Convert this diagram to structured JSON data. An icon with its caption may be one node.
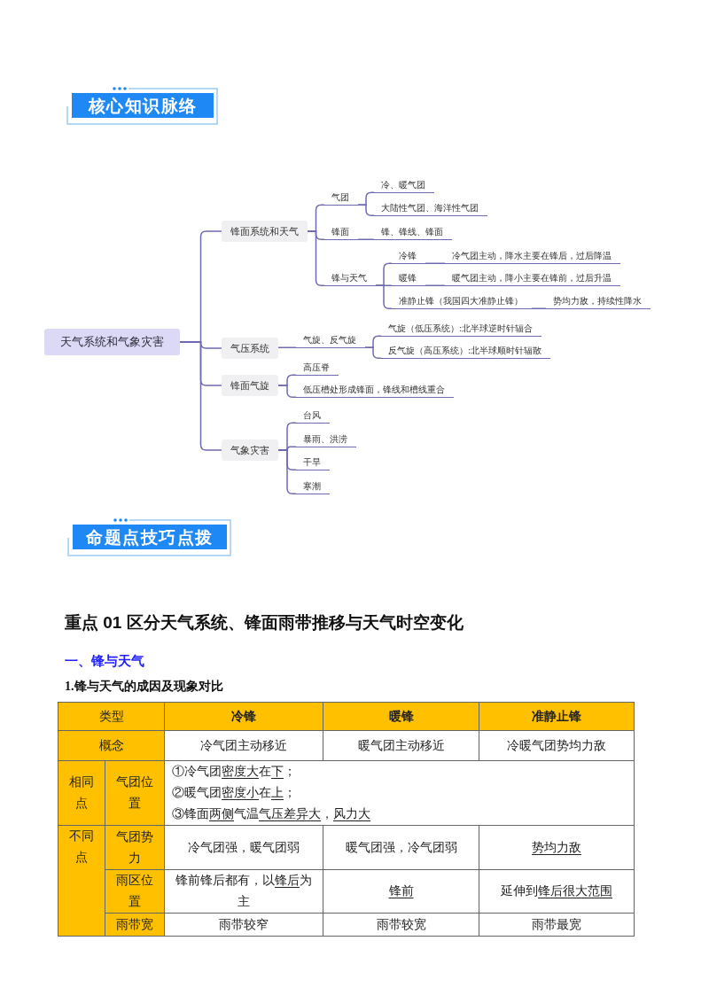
{
  "diagram": {
    "nodes": [
      {
        "text": [
          "核心知识脉络"
        ]
      },
      {
        "text": [
          "天气系统和气象灾害"
        ]
      },
      {
        "text": [
          "锋面系统和天气"
        ]
      },
      {
        "text": [
          "气团"
        ]
      },
      {
        "text": [
          "冷、暖气团"
        ]
      },
      {
        "text": [
          "大陆性气团、海洋性气团"
        ]
      },
      {
        "text": [
          "锋面"
        ]
      },
      {
        "text": [
          "锋、锋线、锋面"
        ]
      },
      {
        "text": [
          "锋与天气"
        ]
      },
      {
        "text": [
          "冷锋"
        ]
      },
      {
        "text": [
          "冷气团主动，降水主要在锋后，过后降温"
        ]
      },
      {
        "text": [
          "暖锋"
        ]
      },
      {
        "text": [
          "暖气团主动，降小主要在锋前，过后升温"
        ]
      },
      {
        "text": [
          "准静止锋（我国四大准静止锋）"
        ]
      },
      {
        "text": [
          "势均力敌，持续性降水"
        ]
      },
      {
        "text": [
          "气压系统"
        ]
      },
      {
        "text": [
          "气旋、反气旋"
        ]
      },
      {
        "text": [
          "气旋（低压系统）:北半球逆时针辐合"
        ]
      },
      {
        "text": [
          "反气旋（高压系统）:北半球顺时针辐散"
        ]
      },
      {
        "text": [
          "锋面气旋"
        ]
      },
      {
        "text": [
          "高压脊"
        ]
      },
      {
        "text": [
          "低压槽处形成锋面，锋线和槽线重合"
        ]
      },
      {
        "text": [
          "气象灾害"
        ]
      },
      {
        "text": [
          "台风"
        ]
      },
      {
        "text": [
          "暴雨、洪涝"
        ]
      },
      {
        "text": [
          "干旱"
        ]
      },
      {
        "text": [
          "寒潮"
        ]
      },
      {
        "text": [
          "命题点技巧点拨"
        ]
      }
    ],
    "edges": [
      {
        "from": 1,
        "to": 2,
        "arrow": "none"
      },
      {
        "from": 1,
        "to": 15,
        "arrow": "none"
      },
      {
        "from": 1,
        "to": 19,
        "arrow": "none"
      },
      {
        "from": 1,
        "to": 22,
        "arrow": "none"
      },
      {
        "from": 2,
        "to": 3,
        "arrow": "none"
      },
      {
        "from": 2,
        "to": 6,
        "arrow": "none"
      },
      {
        "from": 2,
        "to": 8,
        "arrow": "none"
      },
      {
        "from": 3,
        "to": 4,
        "arrow": "none"
      },
      {
        "from": 3,
        "to": 5,
        "arrow": "none"
      },
      {
        "from": 6,
        "to": 7,
        "arrow": "none"
      },
      {
        "from": 8,
        "to": 9,
        "arrow": "none"
      },
      {
        "from": 8,
        "to": 11,
        "arrow": "none"
      },
      {
        "from": 8,
        "to": 13,
        "arrow": "none"
      },
      {
        "from": 9,
        "to": 10,
        "arrow": "none"
      },
      {
        "from": 11,
        "to": 12,
        "arrow": "none"
      },
      {
        "from": 13,
        "to": 14,
        "arrow": "none"
      },
      {
        "from": 15,
        "to": 16,
        "arrow": "none"
      },
      {
        "from": 16,
        "to": 17,
        "arrow": "none"
      },
      {
        "from": 16,
        "to": 18,
        "arrow": "none"
      },
      {
        "from": 19,
        "to": 20,
        "arrow": "none"
      },
      {
        "from": 19,
        "to": 21,
        "arrow": "none"
      },
      {
        "from": 22,
        "to": 23,
        "arrow": "none"
      },
      {
        "from": 22,
        "to": 24,
        "arrow": "none"
      },
      {
        "from": 22,
        "to": 25,
        "arrow": "none"
      },
      {
        "from": 22,
        "to": 26,
        "arrow": "none"
      }
    ],
    "labels": [
      "重点 01 区分天气系统、锋面雨带推移与天气时空变化",
      "一、锋与天气",
      "1.锋与天气的成因及现象对比",
      "类型",
      "冷锋",
      "暖锋",
      "准静止锋",
      "概念",
      "冷气团主动移近",
      "暖气团主动移近",
      "冷暖气团势均力敌",
      "相同点",
      "气团位置",
      "①冷气团密度大在下；",
      "②暖气团密度小在上；",
      "③锋面两侧气温气压差异大，风力大",
      "不同点",
      "气团势力",
      "冷气团强，暖气团弱",
      "暖气团强，冷气团弱",
      "势均力敌",
      "雨区位置",
      "锋前锋后都有，以锋后为主",
      "锋前",
      "延伸到锋后很大范围",
      "雨带宽",
      "雨带较窄",
      "雨带较宽",
      "雨带最宽"
    ]
  }
}
